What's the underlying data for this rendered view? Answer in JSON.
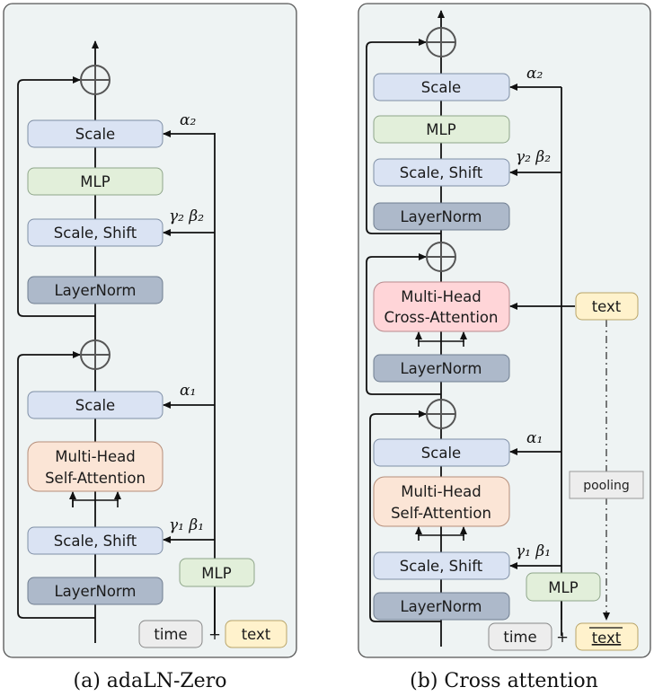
{
  "panel_a": {
    "caption": "(a) adaLN-Zero",
    "scale_top": "Scale",
    "mlp_top": "MLP",
    "scale_shift_top": "Scale, Shift",
    "layernorm_top": "LayerNorm",
    "scale_bottom": "Scale",
    "attention_line1": "Multi-Head",
    "attention_line2": "Self-Attention",
    "scale_shift_bottom": "Scale, Shift",
    "layernorm_bottom": "LayerNorm",
    "cond_mlp": "MLP",
    "time": "time",
    "plus": "+",
    "text": "text",
    "alpha2": "α₂",
    "gamma2_beta2": "γ₂ β₂",
    "alpha1": "α₁",
    "gamma1_beta1": "γ₁ β₁"
  },
  "panel_b": {
    "caption": "(b) Cross attention",
    "scale_top": "Scale",
    "mlp_top": "MLP",
    "scale_shift_top": "Scale, Shift",
    "layernorm_top": "LayerNorm",
    "cross_line1": "Multi-Head",
    "cross_line2": "Cross-Attention",
    "layernorm_mid": "LayerNorm",
    "text_cond": "text",
    "scale_bottom": "Scale",
    "attention_line1": "Multi-Head",
    "attention_line2": "Self-Attention",
    "scale_shift_bottom": "Scale, Shift",
    "layernorm_bottom": "LayerNorm",
    "pooling": "pooling",
    "cond_mlp": "MLP",
    "time": "time",
    "plus": "+",
    "text_pooled": "text",
    "alpha2": "α₂",
    "gamma2_beta2": "γ₂ β₂",
    "alpha1": "α₁",
    "gamma1_beta1": "γ₁ β₁"
  },
  "colors": {
    "panel_bg": "#eef3f3",
    "scale_blue": "#dae3f3",
    "mlp_green": "#e2efda",
    "layernorm_slate": "#adb9ca",
    "self_attention_orange": "#fbe5d6",
    "cross_attention_red": "#ffd5d8",
    "text_yellow": "#fff2cc",
    "time_gray": "#ededed"
  }
}
